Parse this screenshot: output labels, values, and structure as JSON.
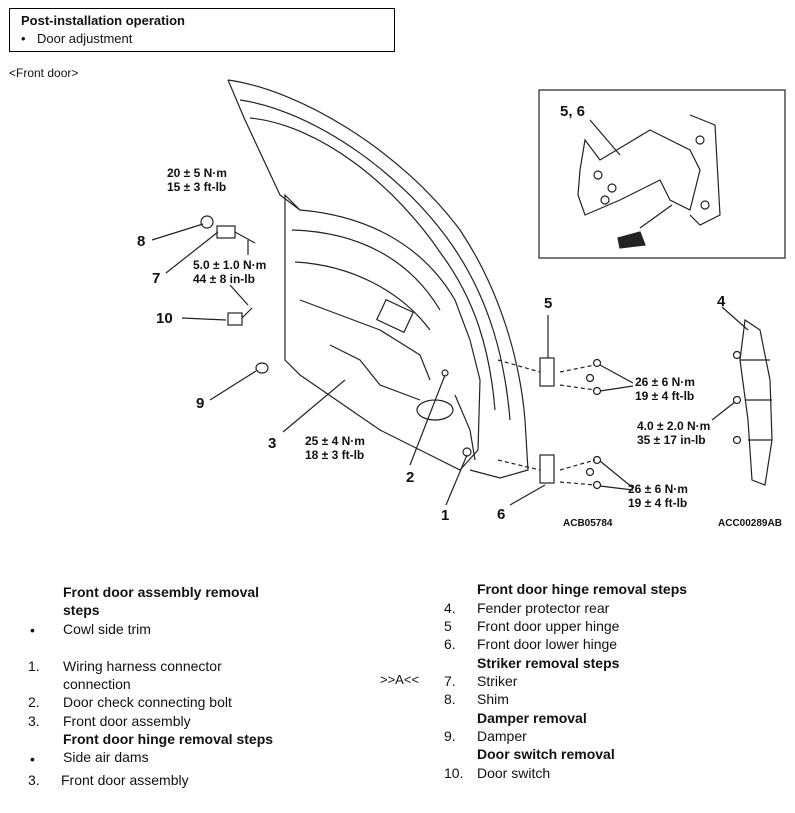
{
  "post_install": {
    "title": "Post-installation operation",
    "items": [
      "Door adjustment"
    ]
  },
  "view_label": "<Front door>",
  "torques": {
    "t1_a": "20 ± 5 N·m",
    "t1_b": "15 ± 3 ft-lb",
    "t2_a": "5.0 ± 1.0 N·m",
    "t2_b": "44 ± 8 in-lb",
    "t3_a": "25 ± 4 N·m",
    "t3_b": "18 ± 3 ft-lb",
    "t4_a": "26 ± 6 N·m",
    "t4_b": "19 ± 4 ft-lb",
    "t5_a": "26 ± 6 N·m",
    "t5_b": "19 ± 4 ft-lb",
    "t6_a": "4.0 ± 2.0 N·m",
    "t6_b": "35 ± 17 in-lb"
  },
  "callouts": {
    "c56": "5, 6",
    "c8": "8",
    "c7": "7",
    "c10": "10",
    "c9": "9",
    "c3": "3",
    "c2": "2",
    "c1": "1",
    "c6": "6",
    "c5": "5",
    "c4": "4"
  },
  "codes": {
    "left": "ACB05784",
    "right": "ACC00289AB"
  },
  "left_steps": {
    "h1a": "Front door assembly removal",
    "h1b": "steps",
    "s_bullet1": "Cowl side trim",
    "n1": "1.",
    "s1a": "Wiring harness connector",
    "s1b": "connection",
    "n2": "2.",
    "s2": "Door check connecting bolt",
    "n3": "3.",
    "s3": "Front door assembly",
    "h2": "Front door hinge removal steps",
    "s_bullet2": "Side air dams",
    "n3b": "3.",
    "s3b": "Front door assembly",
    "marker": ">>A<<"
  },
  "right_steps": {
    "h1": "Front door hinge removal steps",
    "n4": "4.",
    "s4": "Fender protector rear",
    "n5": "5",
    "s5": "Front door upper hinge",
    "n6": "6.",
    "s6": "Front door lower hinge",
    "h2": "Striker removal steps",
    "n7": "7.",
    "s7": "Striker",
    "n8": "8.",
    "s8": "Shim",
    "h3": "Damper removal",
    "n9": "9.",
    "s9": "Damper",
    "h4": "Door switch removal",
    "n10": "10.",
    "s10": "Door switch"
  }
}
